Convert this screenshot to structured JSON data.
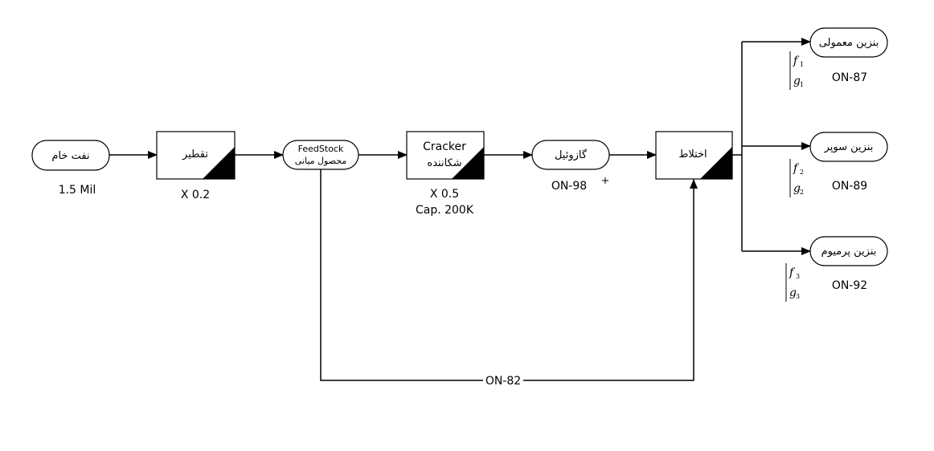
{
  "nodes": {
    "crude_oil": {
      "label": "نفت خام",
      "note": "1.5 Mil"
    },
    "distillation": {
      "label": "تقطیر",
      "note": "X 0.2"
    },
    "feedstock": {
      "label_en": "FeedStock",
      "label_fa": "محصول میانی"
    },
    "cracker": {
      "label_en": "Cracker",
      "label_fa": "شکاننده",
      "note1": "X 0.5",
      "note2": "Cap. 200K"
    },
    "gasoil": {
      "label": "گازوئیل",
      "note": "ON-98"
    },
    "mixing": {
      "label": "اختلاط"
    },
    "regular": {
      "label": "بنزین معمولی",
      "note": "ON-87",
      "f": "f",
      "g": "g",
      "sub": "1"
    },
    "super": {
      "label": "بنزین سوپر",
      "note": "ON-89",
      "f": "f",
      "g": "g",
      "sub": "2"
    },
    "premium": {
      "label": "بنزین پرمیوم",
      "note": "ON-92",
      "f": "f",
      "g": "g",
      "sub": "3"
    }
  },
  "bypass_label": "ON-82"
}
